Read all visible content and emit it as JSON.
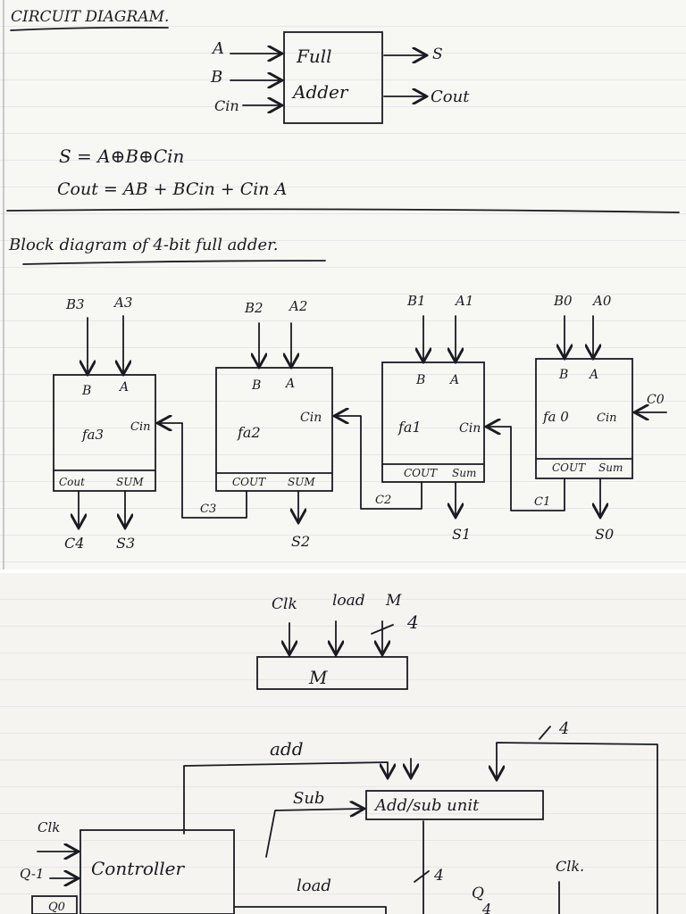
{
  "top": {
    "title": "CIRCUIT DIAGRAM.",
    "full_adder": {
      "inputs": [
        "A",
        "B",
        "Cin"
      ],
      "label_line1": "Full",
      "label_line2": "Adder",
      "outputs": [
        "S",
        "Cout"
      ]
    },
    "equations": [
      "S = A⊕B⊕Cin",
      "Cout = AB + BCin + Cin A"
    ],
    "block_title": "Block diagram of 4-bit full adder.",
    "adders": [
      {
        "top_labels": [
          "B3",
          "A3"
        ],
        "in_B": "B",
        "in_A": "A",
        "name": "fa3",
        "cin": "Cin",
        "cout": "Cout",
        "sum": "SUM",
        "out_c": "C4",
        "out_s": "S3"
      },
      {
        "top_labels": [
          "B2",
          "A2"
        ],
        "in_B": "B",
        "in_A": "A",
        "name": "fa2",
        "cin": "Cin",
        "cout": "COUT",
        "sum": "SUM",
        "out_s": "S2"
      },
      {
        "top_labels": [
          "B1",
          "A1"
        ],
        "in_B": "B",
        "in_A": "A",
        "name": "fa1",
        "cin": "Cin",
        "cout": "COUT",
        "sum": "Sum",
        "out_s": "S1"
      },
      {
        "top_labels": [
          "B0",
          "A0"
        ],
        "in_B": "B",
        "in_A": "A",
        "name": "fa 0",
        "cin": "Cin",
        "cout": "COUT",
        "sum": "Sum",
        "out_s": "S0"
      }
    ],
    "carries": [
      "C3",
      "C2",
      "C1",
      "C0"
    ]
  },
  "bottom": {
    "inputs": [
      "Clk",
      "load",
      "M"
    ],
    "bus_width": "4",
    "m_box": "M",
    "add_label": "add",
    "sub_label": "Sub",
    "addsub_box": "Add/sub unit",
    "bus_width_2": "4",
    "bus_width_3": "4",
    "clk_left": "Clk",
    "controller": "Controller",
    "q_minus": "Q-1",
    "q0": "Q0",
    "load_label": "load",
    "clk_right": "Clk.",
    "q_label": "Q",
    "q_width": "4"
  }
}
